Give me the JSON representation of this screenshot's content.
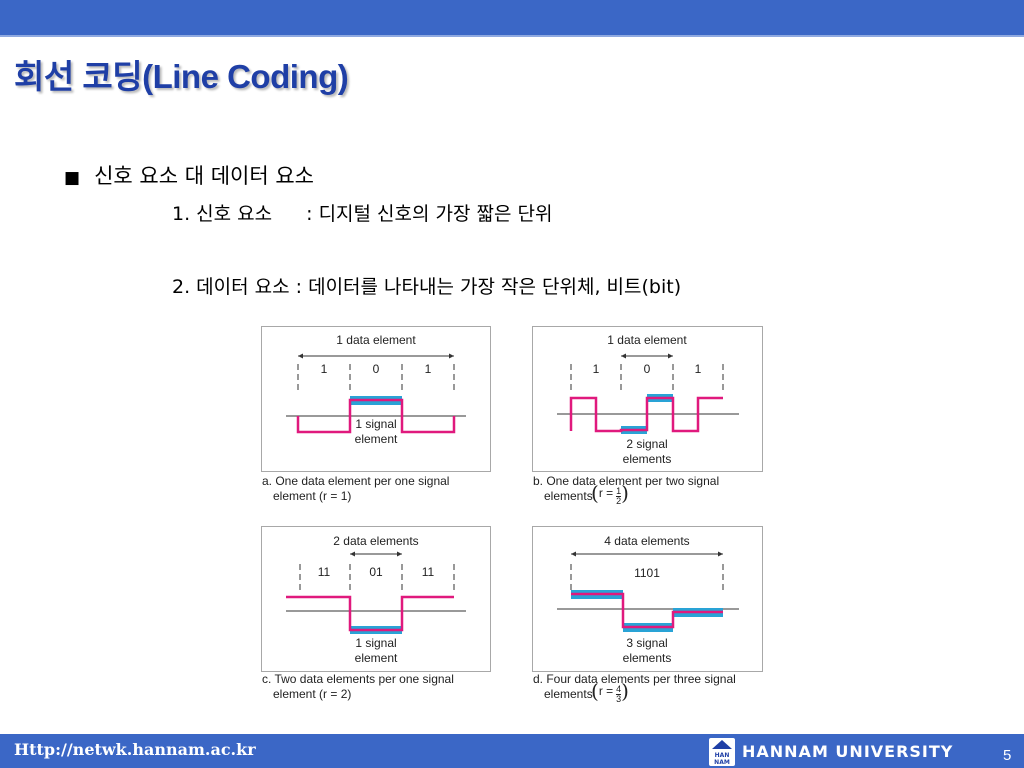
{
  "slide": {
    "title": "회선 코딩(Line Coding)",
    "bullet": "■",
    "heading": "신호 요소 대 데이터 요소",
    "item1_label": "1. 신호 요소",
    "item1_text": ": 디지털 신호의 가장 짧은 단위",
    "item2_text": "2. 데이터 요소 : 데이터를 나타내는 가장 작은 단위체, 비트(bit)"
  },
  "colors": {
    "header_blue": "#3b67c6",
    "title_blue": "#1f3fa6",
    "signal": "#e0197d",
    "data_bar": "#29a3d6"
  },
  "panels": {
    "a": {
      "top_label": "1 data element",
      "bits": [
        "1",
        "0",
        "1"
      ],
      "signal_label_1": "1 signal",
      "signal_label_2": "element",
      "caption_1": "a. One data element per one signal",
      "caption_2": "element (r = 1)"
    },
    "b": {
      "top_label": "1 data element",
      "bits": [
        "1",
        "0",
        "1"
      ],
      "signal_label_1": "2 signal",
      "signal_label_2": "elements",
      "caption_1": "b. One data element per two signal",
      "caption_2": "elements",
      "r_label": "r =",
      "frac_num": "1",
      "frac_den": "2"
    },
    "c": {
      "top_label": "2 data elements",
      "bits": [
        "11",
        "01",
        "11"
      ],
      "signal_label_1": "1 signal",
      "signal_label_2": "element",
      "caption_1": "c. Two data elements per one signal",
      "caption_2": "element (r = 2)"
    },
    "d": {
      "top_label": "4 data elements",
      "bits": [
        "1101"
      ],
      "signal_label_1": "3 signal",
      "signal_label_2": "elements",
      "caption_1": "d. Four data elements per three signal",
      "caption_2": "elements",
      "r_label": "r =",
      "frac_num": "4",
      "frac_den": "3"
    }
  },
  "footer": {
    "url": "Http://netwk.hannam.ac.kr",
    "logo_text_1": "HAN",
    "logo_text_2": "NAM",
    "university": "HANNAM UNIVERSITY",
    "page": "5"
  }
}
